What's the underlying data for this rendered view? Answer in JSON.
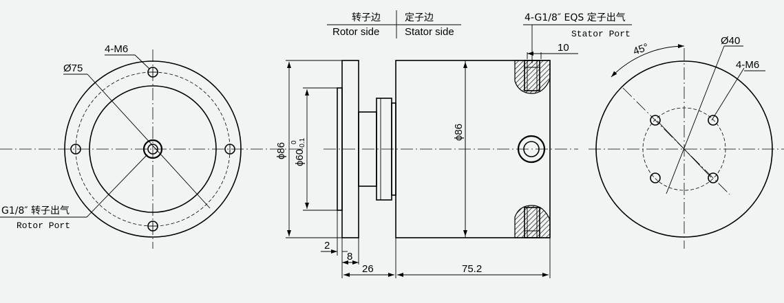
{
  "header": {
    "rotor_side_cn": "转子边",
    "stator_side_cn": "定子边",
    "rotor_side_en": "Rotor side",
    "stator_side_en": "Stator side"
  },
  "left_view": {
    "dia_label": "Ø75",
    "hole_label": "4-M6",
    "port_label_cn": "G1/8″ 转子出气",
    "port_label_en": "Rotor Port"
  },
  "side_view": {
    "stator_port_cn": "4-G1/8″ EQS 定子出气",
    "stator_port_en": "Stator Port",
    "dim_10": "10",
    "dim_86_left": "ϕ86",
    "dim_60": "ϕ60",
    "dim_60_tol_upper": "0",
    "dim_60_tol_lower": "-0.1",
    "dim_86_body": "ϕ86",
    "dim_2": "2",
    "dim_8": "8",
    "dim_26": "26",
    "dim_752": "75.2"
  },
  "right_view": {
    "angle_label": "45°",
    "dia_label": "Ø40",
    "hole_label": "4-M6"
  }
}
